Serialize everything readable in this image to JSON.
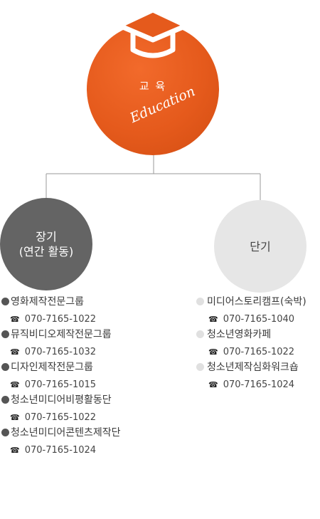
{
  "root": {
    "title": "교 육",
    "subtitle": "Education",
    "icon": "graduation-cap-icon",
    "color": "#e55a1c"
  },
  "branches": [
    {
      "label_lines": [
        "장기",
        "(연간 활동)"
      ],
      "color": "#646464",
      "items": [
        {
          "name": "영화제작전문그룹",
          "phone": "070-7165-1022"
        },
        {
          "name": "뮤직비디오제작전문그룹",
          "phone": "070-7165-1032"
        },
        {
          "name": "디자인제작전문그룹",
          "phone": "070-7165-1015"
        },
        {
          "name": "청소년미디어비평활동단",
          "phone": "070-7165-1022"
        },
        {
          "name": "청소년미디어콘텐츠제작단",
          "phone": "070-7165-1024"
        }
      ]
    },
    {
      "label_lines": [
        "단기"
      ],
      "color": "#e6e6e6",
      "items": [
        {
          "name": "미디어스토리캠프(숙박)",
          "phone": "070-7165-1040"
        },
        {
          "name": "청소년영화카페",
          "phone": "070-7165-1022"
        },
        {
          "name": "청소년제작심화워크숍",
          "phone": "070-7165-1024"
        }
      ]
    }
  ],
  "phone_icon": "☎",
  "line_color": "#9a9a9a"
}
